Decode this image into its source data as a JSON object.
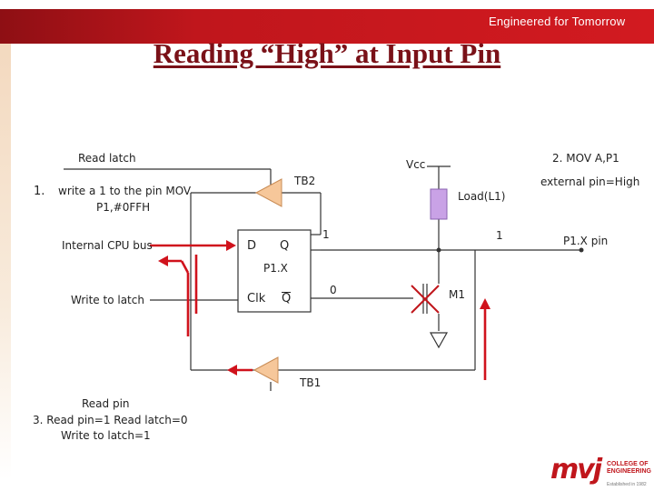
{
  "header": {
    "tagline": "Engineered for Tomorrow",
    "brand_color": "#c0161c",
    "title_color": "#7a1118"
  },
  "slide": {
    "title": "Reading “High” at Input Pin"
  },
  "diagram": {
    "read_latch": "Read latch",
    "step1_number": "1.",
    "step1_line1": "write a 1 to the pin MOV",
    "step1_line2": "P1,#0FFH",
    "internal_cpu_bus": "Internal CPU bus",
    "write_to_latch": "Write to latch",
    "read_pin": "Read pin",
    "step3": "3. Read pin=1 Read latch=0",
    "step3b": "Write to latch=1",
    "tb2": "TB2",
    "tb1": "TB1",
    "d": "D",
    "q": "Q",
    "p1x": "P1.X",
    "clk": "Clk",
    "qbar": "Q",
    "one_a": "1",
    "one_b": "1",
    "zero": "0",
    "vcc": "Vcc",
    "load": "Load(L1)",
    "m1": "M1",
    "step2": "2. MOV A,P1",
    "step2b": "external pin=High",
    "p1x_pin": "P1.X pin",
    "wire_color": "#333333",
    "highlight_color": "#d0121c",
    "buffer_color": "#f6c79a",
    "resistor_color": "#c9a2e6"
  },
  "logo": {
    "mark": "mvj",
    "line1": "COLLEGE OF",
    "line2": "ENGINEERING",
    "est": "Established in 1982"
  }
}
